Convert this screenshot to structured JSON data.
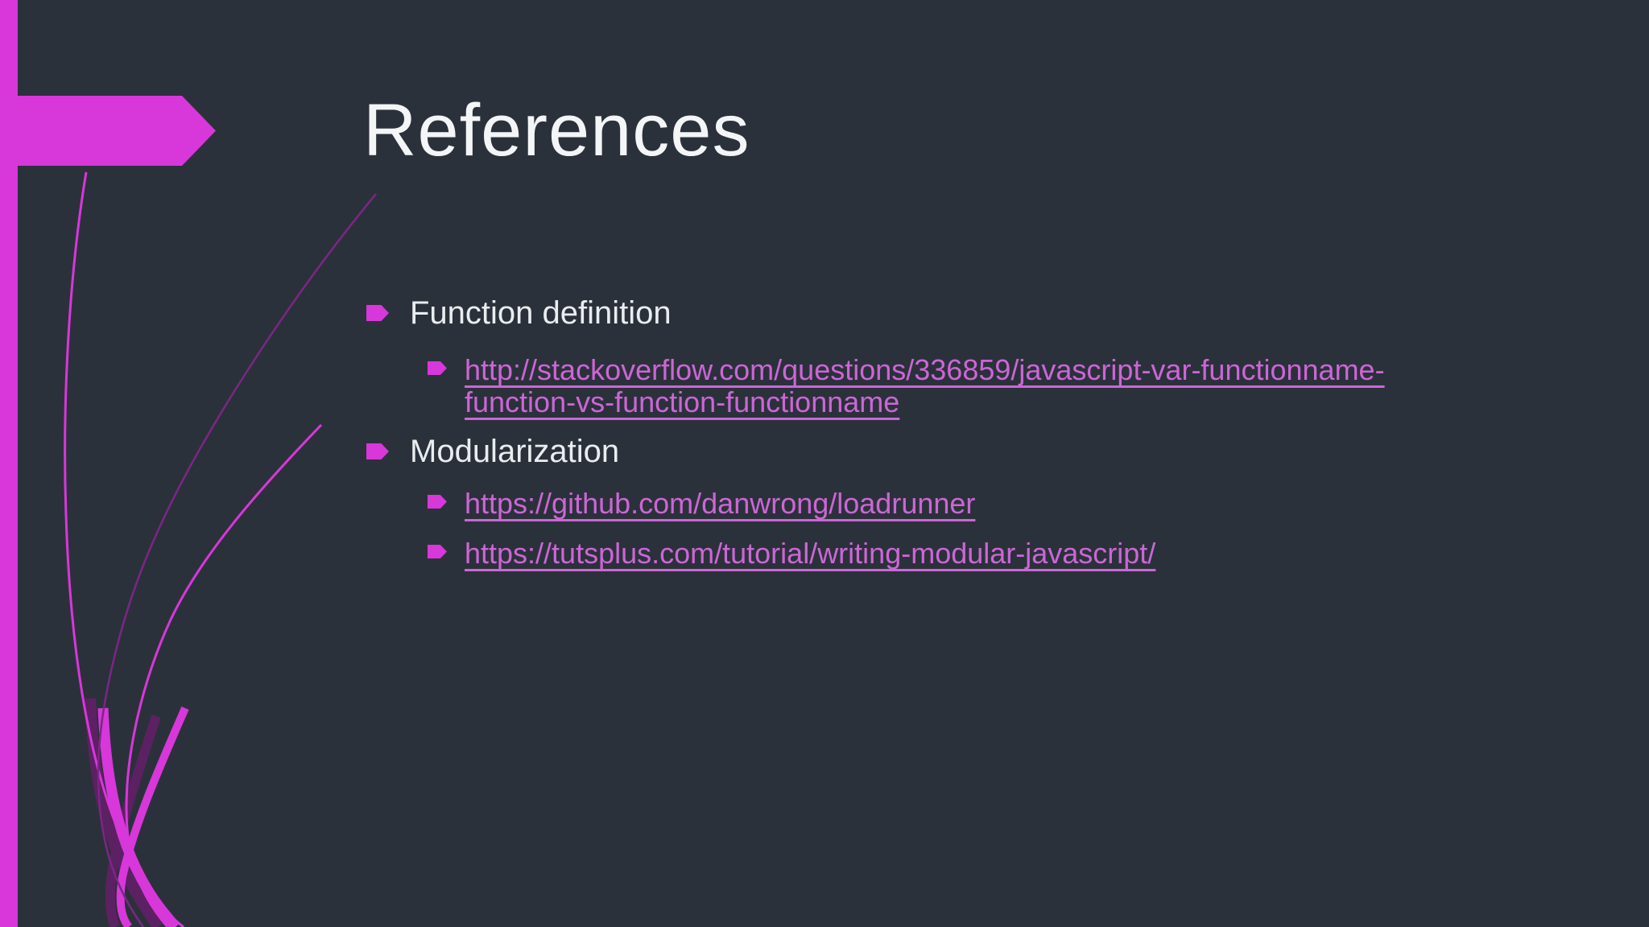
{
  "slide": {
    "title": "References",
    "items": [
      {
        "label": "Function definition",
        "links": [
          "http://stackoverflow.com/questions/336859/javascript-var-functionname-function-vs-function-functionname"
        ]
      },
      {
        "label": "Modularization",
        "links": [
          "https://github.com/danwrong/loadrunner",
          "https://tutsplus.com/tutorial/writing-modular-javascript/"
        ]
      }
    ],
    "colors": {
      "background": "#2B313B",
      "accent": "#D837DA",
      "link": "#CC66D6",
      "title_text": "#F3F5F7",
      "body_text": "#EAEDF0",
      "swoosh_dim": "#7C2685",
      "swoosh_shadow": "#5C2162"
    }
  }
}
